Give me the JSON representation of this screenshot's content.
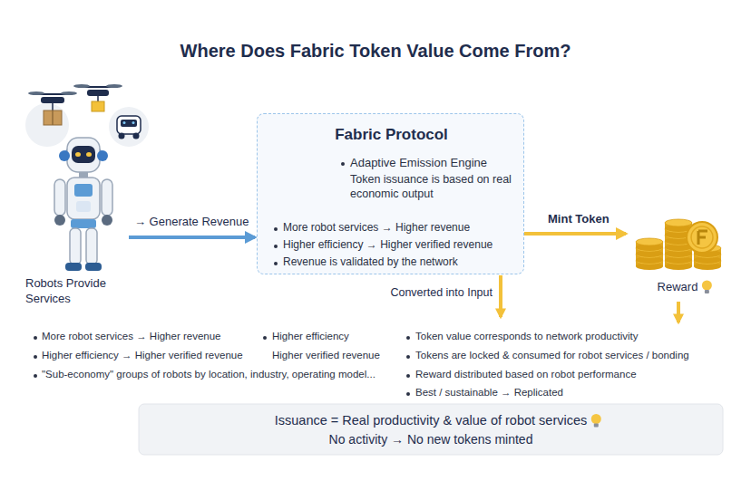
{
  "diagram": {
    "title": "Where Does Fabric Token Value Come From?",
    "nodes": [
      {
        "text": [
          "Robots Provide Services"
        ]
      },
      {
        "text": [
          "Fabric Protocol",
          "Adaptive Emission Engine",
          "Token issuance is based on real economic output",
          "More robot services → Higher revenue",
          "Higher efficiency → Higher verified revenue",
          "Revenue is validated by the network"
        ]
      },
      {
        "text": [
          "Reward"
        ]
      },
      {
        "text": [
          "Issuance = Real productivity & value of robot services",
          "No activity → No new tokens minted"
        ]
      }
    ],
    "edges": [
      {
        "from": 0,
        "to": 1,
        "arrow": "to",
        "label": "→ Generate Revenue"
      },
      {
        "from": 1,
        "to": 2,
        "arrow": "to",
        "label": "Mint Token"
      }
    ],
    "labels": [
      "Converted into Input",
      "More robot services → Higher revenue",
      "Higher efficiency → Higher verified revenue",
      "\"Sub-economy\" groups of robots by location, industry, operating model...",
      "Higher efficiency",
      "Higher verified revenue",
      "Token value corresponds to network productivity",
      "Tokens are locked & consumed for robot services / bonding",
      "Reward distributed based on robot performance",
      "Best / sustainable → Replicated"
    ]
  }
}
